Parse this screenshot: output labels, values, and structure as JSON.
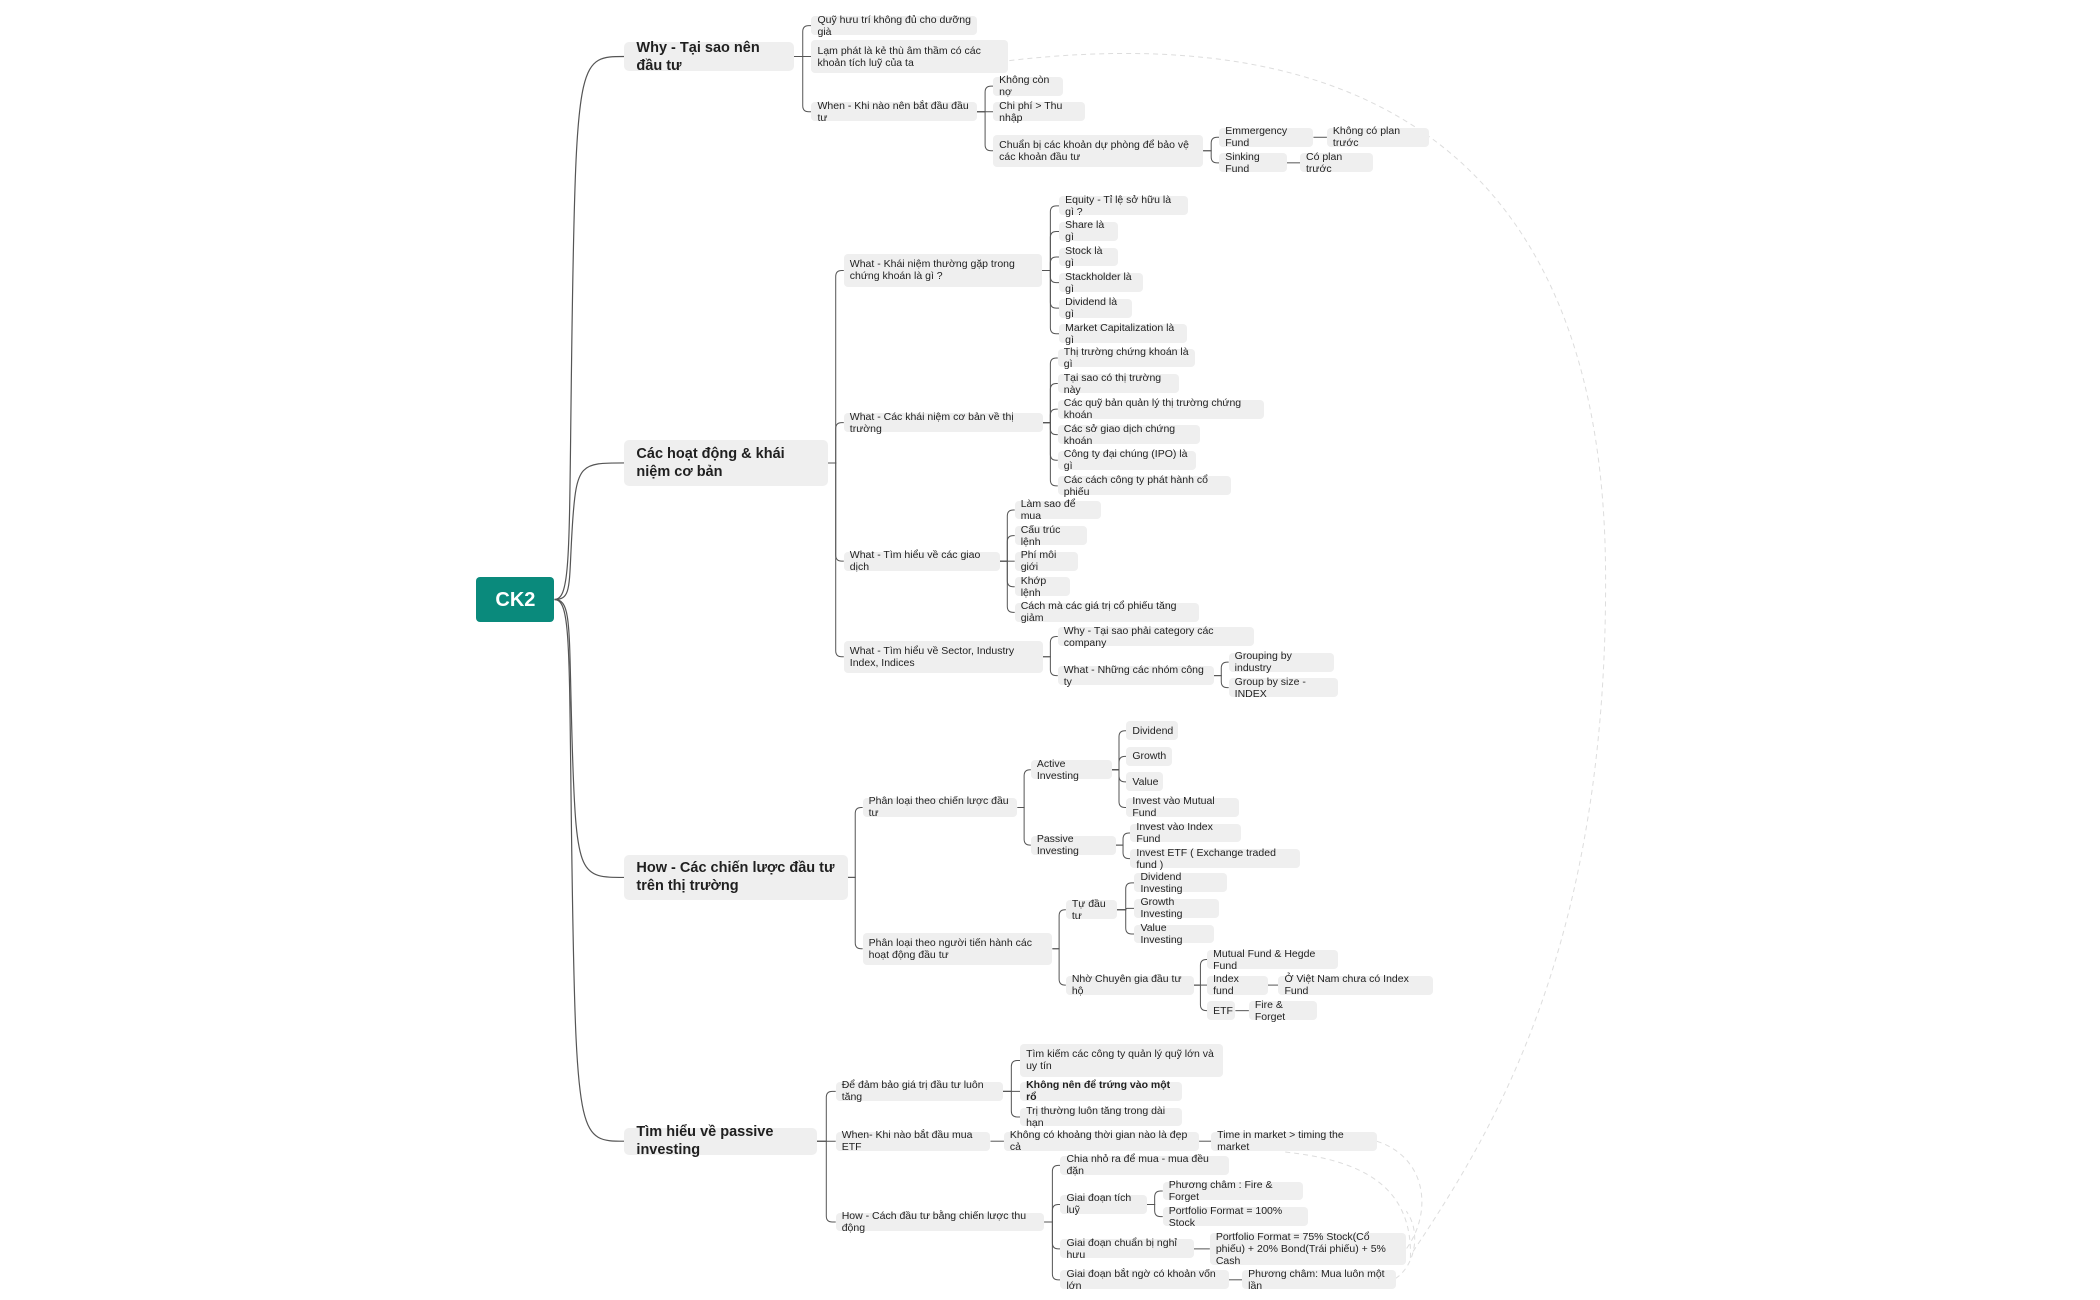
{
  "colors": {
    "root": "#0a8a7c",
    "node": "#efefef",
    "link": "#555555",
    "relation": "#dddddd"
  },
  "root": "CK2",
  "branches": [
    {
      "label": "Why - Tại sao nên đầu tư",
      "children": [
        {
          "label": "Quỹ hưu trí không đủ cho dưỡng già"
        },
        {
          "label": "Lạm phát là kẻ thù âm thầm có các khoản tích luỹ của ta"
        },
        {
          "label": "When - Khi nào nên bắt đầu đầu tư",
          "children": [
            {
              "label": "Không còn nợ"
            },
            {
              "label": "Chi phí > Thu nhập"
            },
            {
              "label": "Chuẩn bị các khoản dự phòng để bảo vệ các khoản đầu tư",
              "children": [
                {
                  "label": "Emmergency Fund",
                  "children": [
                    {
                      "label": "Không có plan trước"
                    }
                  ]
                },
                {
                  "label": "Sinking Fund",
                  "children": [
                    {
                      "label": "Có plan trước"
                    }
                  ]
                }
              ]
            }
          ]
        }
      ]
    },
    {
      "label": "Các hoạt động & khái niệm cơ bản",
      "children": [
        {
          "label": "What - Khái niệm thường gặp trong chứng khoán là gì ?",
          "children": [
            {
              "label": "Equity - Tỉ lệ sở hữu là gì ?"
            },
            {
              "label": "Share là gì"
            },
            {
              "label": "Stock là gì"
            },
            {
              "label": "Stackholder là gì"
            },
            {
              "label": "Dividend là gì"
            },
            {
              "label": "Market Capitalization là gì"
            }
          ]
        },
        {
          "label": "What - Các khái niệm cơ bản về thị trường",
          "children": [
            {
              "label": "Thị trường chứng khoán là gì"
            },
            {
              "label": "Tại sao có thị trường này"
            },
            {
              "label": "Các quỹ bản quản lý thị trường chứng khoán"
            },
            {
              "label": "Các sở giao dịch chứng khoán"
            },
            {
              "label": "Công ty đại chúng (IPO) là gì"
            },
            {
              "label": "Các cách công ty phát hành cổ phiếu"
            }
          ]
        },
        {
          "label": "What - Tìm hiểu về các giao dịch",
          "children": [
            {
              "label": "Làm sao để mua"
            },
            {
              "label": "Cấu trúc lệnh"
            },
            {
              "label": "Phí môi giới"
            },
            {
              "label": "Khớp lệnh"
            },
            {
              "label": "Cách mà các giá trị cổ phiếu tăng giảm"
            }
          ]
        },
        {
          "label": "What - Tìm hiểu về Sector, Industry Index, Indices",
          "children": [
            {
              "label": "Why - Tại sao phải category các company"
            },
            {
              "label": "What - Những các nhóm công ty",
              "children": [
                {
                  "label": "Grouping by industry"
                },
                {
                  "label": "Group by size - INDEX"
                }
              ]
            }
          ]
        }
      ]
    },
    {
      "label": "How - Các chiến lược đầu tư trên thị trường",
      "children": [
        {
          "label": "Phân loại theo chiến lược đầu tư",
          "children": [
            {
              "label": "Active Investing",
              "children": [
                {
                  "label": "Dividend"
                },
                {
                  "label": "Growth"
                },
                {
                  "label": "Value"
                },
                {
                  "label": "Invest vào Mutual Fund"
                }
              ]
            },
            {
              "label": "Passive Investing",
              "children": [
                {
                  "label": "Invest vào Index Fund"
                },
                {
                  "label": "Invest ETF ( Exchange traded fund )"
                }
              ]
            }
          ]
        },
        {
          "label": "Phân loại theo người tiến hành các hoạt động đầu tư",
          "children": [
            {
              "label": "Tự đầu tư",
              "children": [
                {
                  "label": "Dividend Investing"
                },
                {
                  "label": "Growth Investing"
                },
                {
                  "label": "Value Investing"
                }
              ]
            },
            {
              "label": "Nhờ Chuyên gia đầu tư hộ",
              "children": [
                {
                  "label": "Mutual Fund & Hegde Fund"
                },
                {
                  "label": "Index fund",
                  "children": [
                    {
                      "label": "Ở Việt Nam chưa có Index Fund"
                    }
                  ]
                },
                {
                  "label": "ETF",
                  "children": [
                    {
                      "label": "Fire & Forget"
                    }
                  ]
                }
              ]
            }
          ]
        }
      ]
    },
    {
      "label": "Tìm hiểu về passive investing",
      "children": [
        {
          "label": "Để đảm bảo giá trị đầu tư luôn tăng",
          "children": [
            {
              "label": "Tìm kiếm các công ty quản lý quỹ lớn và uy tín"
            },
            {
              "label": "Không nên để trứng vào một rổ",
              "bold": true
            },
            {
              "label": "Trị thường luôn tăng trong dài hạn"
            }
          ]
        },
        {
          "label": "When- Khi nào bắt đầu mua ETF",
          "children": [
            {
              "label": "Không có khoảng thời gian nào là đẹp cả",
              "children": [
                {
                  "label": "Time in market > timing the market"
                }
              ]
            }
          ]
        },
        {
          "label": "How - Cách đầu tư bằng chiến lược thu động",
          "children": [
            {
              "label": "Chia nhỏ ra để mua - mua đều đặn"
            },
            {
              "label": "Giai đoạn tích luỹ",
              "children": [
                {
                  "label": "Phương châm : Fire & Forget"
                },
                {
                  "label": "Portfolio Format = 100% Stock"
                }
              ]
            },
            {
              "label": "Giai đoạn chuẩn bị nghỉ hưu",
              "children": [
                {
                  "label": "Portfolio Format = 75% Stock(Cổ phiếu) + 20% Bond(Trái phiếu) + 5% Cash"
                }
              ]
            },
            {
              "label": "Giai đoạn bắt ngờ có khoản vốn lớn",
              "children": [
                {
                  "label": "Phương châm: Mua luôn một lần"
                }
              ]
            }
          ]
        }
      ]
    }
  ]
}
